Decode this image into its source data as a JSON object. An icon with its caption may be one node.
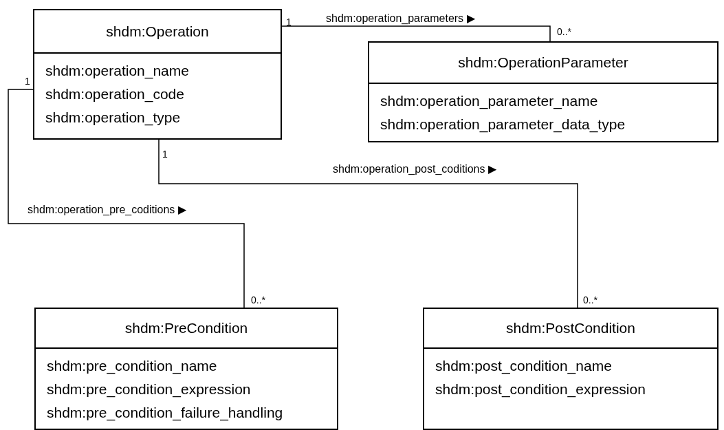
{
  "diagram": {
    "nodes": [
      {
        "text": [
          "shdm:Operation",
          "shdm:operation_name",
          "shdm:operation_code",
          "shdm:operation_type"
        ]
      },
      {
        "text": [
          "shdm:OperationParameter",
          "shdm:operation_parameter_name",
          "shdm:operation_parameter_data_type"
        ]
      },
      {
        "text": [
          "shdm:PreCondition",
          "shdm:pre_condition_name",
          "shdm:pre_condition_expression",
          "shdm:pre_condition_failure_handling"
        ]
      },
      {
        "text": [
          "shdm:PostCondition",
          "shdm:post_condition_name",
          "shdm:post_condition_expression"
        ]
      }
    ],
    "edges": [
      {
        "from": 0,
        "to": 1,
        "arrow": "none",
        "label": "shdm:operation_parameters ▶"
      },
      {
        "from": 0,
        "to": 2,
        "arrow": "none",
        "label": "shdm:operation_pre_coditions ▶"
      },
      {
        "from": 0,
        "to": 3,
        "arrow": "none",
        "label": "shdm:operation_post_coditions ▶"
      }
    ],
    "labels": [
      "1",
      "0..*",
      "1",
      "1",
      "0..*",
      "0..*"
    ]
  }
}
